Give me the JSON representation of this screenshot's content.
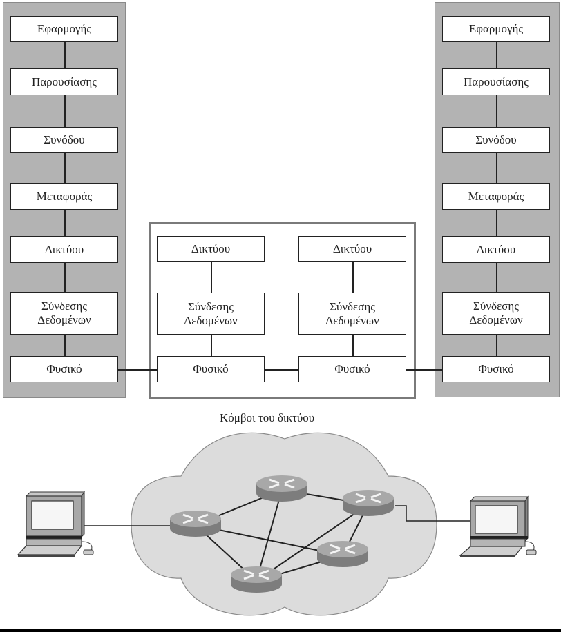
{
  "left_stack": {
    "title": "End host protocol stack (left)",
    "layers": [
      "Εφαρμογής",
      "Παρουσίασης",
      "Συνόδου",
      "Μεταφοράς",
      "Δικτύου",
      "Σύνδεσης\nΔεδομένων",
      "Φυσικό"
    ]
  },
  "right_stack": {
    "layers": [
      "Εφαρμογής",
      "Παρουσίασης",
      "Συνόδου",
      "Μεταφοράς",
      "Δικτύου",
      "Σύνδεσης\nΔεδομένων",
      "Φυσικό"
    ]
  },
  "network_nodes": {
    "caption": "Κόμβοι του δικτύου",
    "node_a": [
      "Δικτύου",
      "Σύνδεσης\nΔεδομένων",
      "Φυσικό"
    ],
    "node_b": [
      "Δικτύου",
      "Σύνδεσης\nΔεδομένων",
      "Φυσικό"
    ]
  },
  "topology": {
    "routers": [
      "router-1",
      "router-2",
      "router-3",
      "router-4",
      "router-5"
    ],
    "links": [
      [
        "router-1",
        "router-2"
      ],
      [
        "router-1",
        "router-4"
      ],
      [
        "router-1",
        "router-5"
      ],
      [
        "router-2",
        "router-3"
      ],
      [
        "router-2",
        "router-5"
      ],
      [
        "router-3",
        "router-5"
      ],
      [
        "router-3",
        "router-4"
      ],
      [
        "router-4",
        "router-5"
      ]
    ],
    "hosts": [
      "left-computer",
      "right-computer"
    ],
    "host_links": [
      [
        "left-computer",
        "router-1"
      ],
      [
        "right-computer",
        "router-3"
      ]
    ]
  },
  "colors": {
    "panel": "#b3b3b3",
    "cloud": "#dcdcdc",
    "router_top": "#a8a8a8",
    "router_side": "#7d7d7d",
    "line": "#222222"
  }
}
